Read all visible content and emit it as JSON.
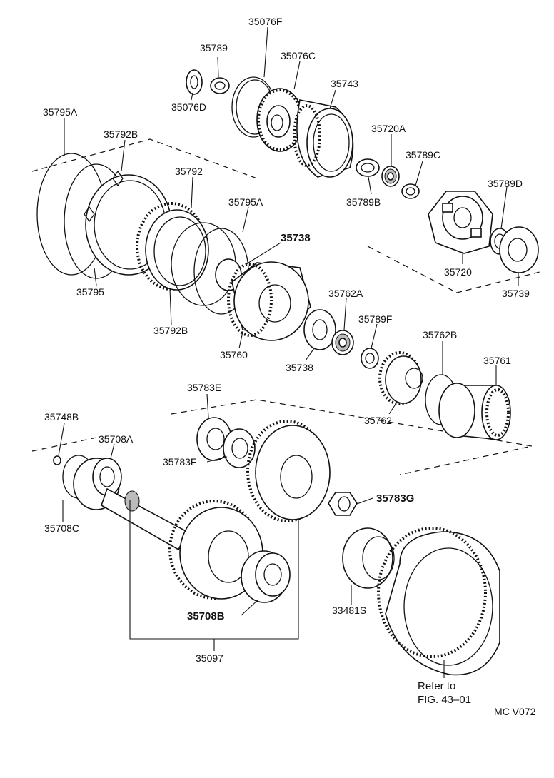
{
  "labels": {
    "p35076F": "35076F",
    "p35789a": "35789",
    "p35076C": "35076C",
    "p35743": "35743",
    "p35076D": "35076D",
    "p35720A": "35720A",
    "p35789C": "35789C",
    "p35789B": "35789B",
    "p35789D": "35789D",
    "p35720": "35720",
    "p35739": "35739",
    "p35795Atop": "35795A",
    "p35792B": "35792B",
    "p35792": "35792",
    "p35795Amid": "35795A",
    "p35738top": "35738",
    "p35795": "35795",
    "p35792Bbot": "35792B",
    "p35760": "35760",
    "p35762A": "35762A",
    "p35789F": "35789F",
    "p35738bot": "35738",
    "p35762B": "35762B",
    "p35761": "35761",
    "p35762": "35762",
    "p35783E": "35783E",
    "p35748B": "35748B",
    "p35708A": "35708A",
    "p35783F": "35783F",
    "p35783G": "35783G",
    "p35708C": "35708C",
    "p35708B": "35708B",
    "p33481S": "33481S",
    "p35097": "35097",
    "refer1": "Refer to",
    "refer2": "FIG. 43–01",
    "code": "MC V072"
  }
}
